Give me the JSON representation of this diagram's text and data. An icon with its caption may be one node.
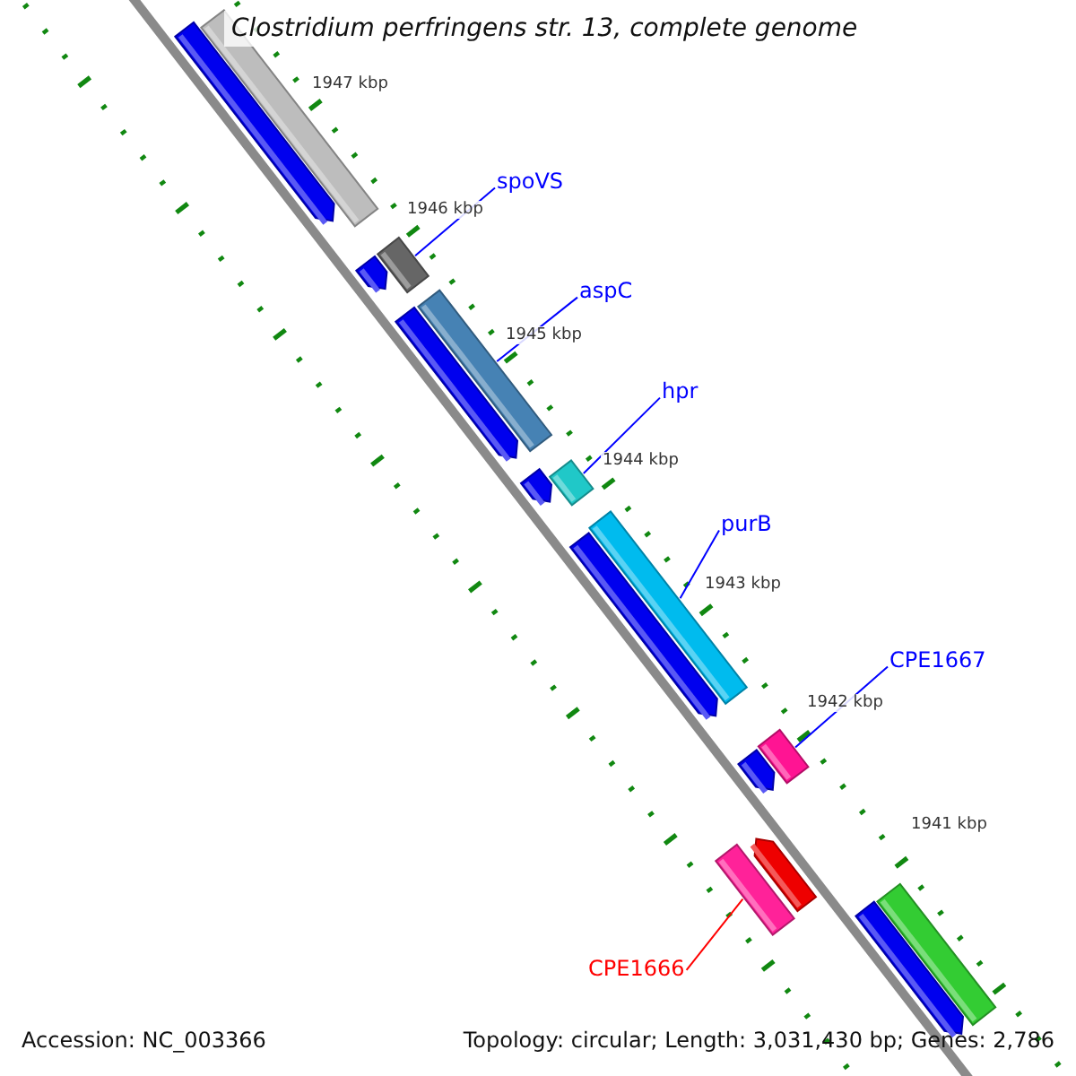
{
  "diagram": {
    "title": "Clostridium perfringens str. 13, complete genome",
    "nodes": [
      {
        "text": [],
        "shape": "bar"
      },
      {
        "text": [],
        "shape": "arrow"
      },
      {
        "text": [
          "spoVS"
        ]
      },
      {
        "text": [],
        "shape": "bar"
      },
      {
        "text": [],
        "shape": "arrow"
      },
      {
        "text": [
          "aspC"
        ]
      },
      {
        "text": [],
        "shape": "bar"
      },
      {
        "text": [],
        "shape": "arrow"
      },
      {
        "text": [
          "hpr"
        ]
      },
      {
        "text": [],
        "shape": "bar"
      },
      {
        "text": [],
        "shape": "arrow"
      },
      {
        "text": [
          "purB"
        ]
      },
      {
        "text": [],
        "shape": "bar"
      },
      {
        "text": [],
        "shape": "arrow"
      },
      {
        "text": [
          "CPE1667"
        ]
      },
      {
        "text": [],
        "shape": "bar"
      },
      {
        "text": [],
        "shape": "arrow"
      },
      {
        "text": [
          "CPE1666"
        ]
      },
      {
        "text": [],
        "shape": "bar"
      },
      {
        "text": [],
        "shape": "arrow"
      },
      {
        "text": [],
        "shape": "bar"
      },
      {
        "text": [],
        "shape": "arrow"
      }
    ],
    "edges": [
      {
        "from": 2,
        "to": 3,
        "arrow": "none"
      },
      {
        "from": 5,
        "to": 6,
        "arrow": "none"
      },
      {
        "from": 8,
        "to": 9,
        "arrow": "none"
      },
      {
        "from": 11,
        "to": 12,
        "arrow": "none"
      },
      {
        "from": 14,
        "to": 15,
        "arrow": "none"
      },
      {
        "from": 17,
        "to": 18,
        "arrow": "none",
        "color": "#ff0000"
      }
    ],
    "labels": [
      "1947 kbp",
      "1946 kbp",
      "1945 kbp",
      "1944 kbp",
      "1943 kbp",
      "1942 kbp",
      "1941 kbp",
      "Accession: NC_003366",
      "Topology: circular; Length: 3,031,430 bp; Genes: 2,786"
    ]
  }
}
